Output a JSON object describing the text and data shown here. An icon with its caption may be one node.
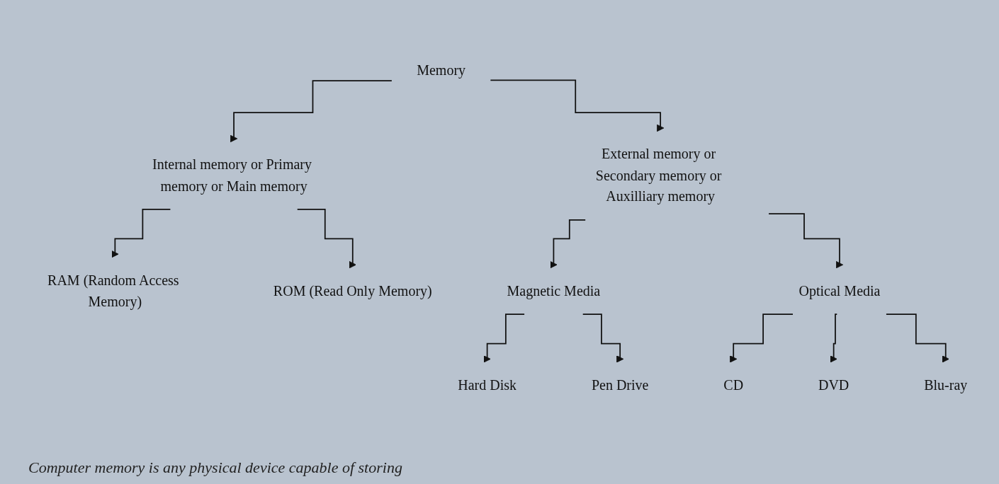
{
  "diagram": {
    "nodes": [
      {
        "text": [
          "Memory"
        ]
      },
      {
        "text": [
          "Internal memory or Primary memory or Main memory"
        ]
      },
      {
        "text": [
          "RAM (Random Access Memory)"
        ]
      },
      {
        "text": [
          "ROM (Read Only Memory)"
        ]
      },
      {
        "text": [
          "External memory or Secondary memory or Auxilliary memory"
        ]
      },
      {
        "text": [
          "Magnetic Media"
        ]
      },
      {
        "text": [
          "Hard Disk"
        ]
      },
      {
        "text": [
          "Pen Drive"
        ]
      },
      {
        "text": [
          "Optical Media"
        ]
      },
      {
        "text": [
          "CD"
        ]
      },
      {
        "text": [
          "DVD"
        ]
      },
      {
        "text": [
          "Blu-ray"
        ]
      }
    ],
    "edges": [
      {
        "from": 0,
        "to": 1,
        "arrow": "to"
      },
      {
        "from": 0,
        "to": 4,
        "arrow": "to"
      },
      {
        "from": 1,
        "to": 2,
        "arrow": "to"
      },
      {
        "from": 1,
        "to": 3,
        "arrow": "to"
      },
      {
        "from": 4,
        "to": 5,
        "arrow": "to"
      },
      {
        "from": 4,
        "to": 8,
        "arrow": "to"
      },
      {
        "from": 5,
        "to": 6,
        "arrow": "to"
      },
      {
        "from": 5,
        "to": 7,
        "arrow": "to"
      },
      {
        "from": 8,
        "to": 9,
        "arrow": "to"
      },
      {
        "from": 8,
        "to": 10,
        "arrow": "to"
      },
      {
        "from": 8,
        "to": 11,
        "arrow": "to"
      }
    ],
    "labels": [
      "Computer memory is any physical device capable of storing"
    ]
  }
}
